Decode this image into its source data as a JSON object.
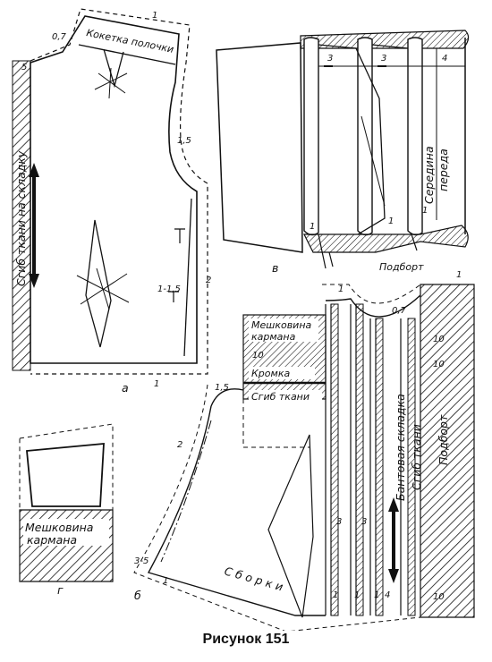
{
  "figure": {
    "caption": "Рисунок 151",
    "panel_a": {
      "letter": "а",
      "yoke_label": "Кокетка полочки",
      "fold_label": "Сгиб ткани на складку",
      "dims": [
        "0,7",
        "1",
        "5",
        "1,5",
        "2",
        "1-1,5",
        "1"
      ]
    },
    "panel_b": {
      "letter": "б",
      "pocket_label_1": "Мешковина",
      "pocket_label_2": "кармана",
      "edge_label": "Кромка",
      "fold_label": "Сгиб ткани",
      "box_pleat_label": "Бантовая складка",
      "center_fold_label": "Сгиб ткани",
      "facing_label": "Подборт",
      "gathers_label": "С б о р к и",
      "dims": [
        "1,5",
        "1",
        "0,7",
        "1",
        "10",
        "10",
        "10",
        "2",
        "3-5",
        "1",
        "3",
        "3",
        "1",
        "1",
        "1",
        "4",
        "10"
      ]
    },
    "panel_v": {
      "letter": "в",
      "center_label_1": "Середина",
      "center_label_2": "переда",
      "facing_label": "Подборт",
      "dims": [
        "3",
        "3",
        "4",
        "1",
        "1",
        "1"
      ]
    },
    "panel_g": {
      "letter": "г",
      "pocket_label_1": "Мешковина",
      "pocket_label_2": "кармана"
    }
  }
}
